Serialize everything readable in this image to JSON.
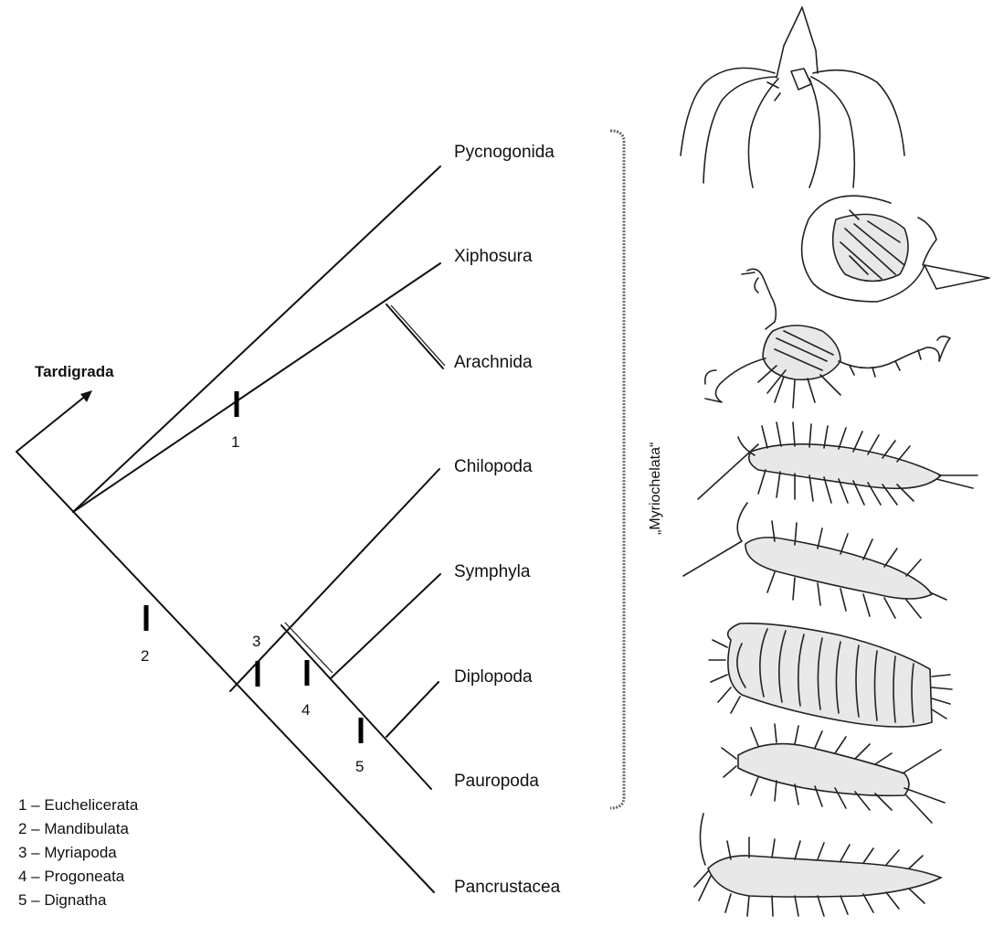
{
  "outgroup": "Tardigrada",
  "taxa": [
    "Pycnogonida",
    "Xiphosura",
    "Arachnida",
    "Chilopoda",
    "Symphyla",
    "Diplopoda",
    "Pauropoda",
    "Pancrustacea"
  ],
  "node_marks": [
    "1",
    "2",
    "3",
    "4",
    "5"
  ],
  "legend": [
    "1 – Euchelicerata",
    "2 – Mandibulata",
    "3 – Myriapoda",
    "4 – Progoneata",
    "5 – Dignatha"
  ],
  "group_label": "„Myriochelata“",
  "illustrations": [
    "sea-spider",
    "horseshoe-crab",
    "scorpion",
    "centipede",
    "symphylan",
    "millipede",
    "pauropod",
    "crustacean-larva"
  ]
}
